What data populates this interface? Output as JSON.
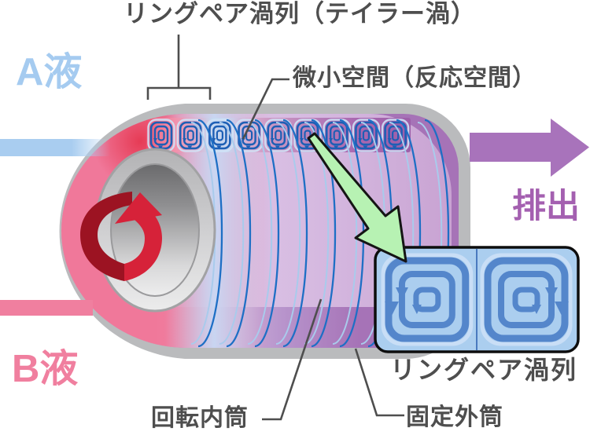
{
  "diagram": {
    "title": "リングペア渦列（テイラー渦）",
    "labels": {
      "micro_space": "微小空間（反応空間）",
      "liquid_a": "A液",
      "liquid_b": "B液",
      "discharge": "排出",
      "ring_pair_inset": "リングペア渦列",
      "rotating_inner_cylinder": "回転内筒",
      "fixed_outer_cylinder": "固定外筒"
    },
    "icons": {
      "rotation_arrow": "red circular arrow showing inner cylinder rotation",
      "discharge_arrow": "purple arrow pointing right (outlet)",
      "zoom_arrow": "green arrow pointing from vortex band to magnified inset",
      "vortex_pair_inset": "two counter-rotating square spiral vortices",
      "taylor_vortex_band": "row of 9 small square spiral vortices along top of annulus"
    },
    "colors": {
      "label_gray": "#4e4e4e",
      "liquid_a_blue": "#a5cbf0",
      "liquid_b_pink": "#f07f9f",
      "discharge_purple": "#a873bb",
      "casing_gray": "#babbbd",
      "body_lavender": "#d7bce2",
      "end_cap_purple": "#a673b7",
      "vortex_blue": "#1d5fb5",
      "inset_background_blue": "#abceef",
      "inset_vortex_blue": "#5486cb",
      "zoom_arrow_green": "#b7f2b3",
      "rotation_arrow_red": "#d62239",
      "rotation_arrow_dark_red": "#9c1322",
      "hotspot_red": "#e63b55"
    }
  }
}
